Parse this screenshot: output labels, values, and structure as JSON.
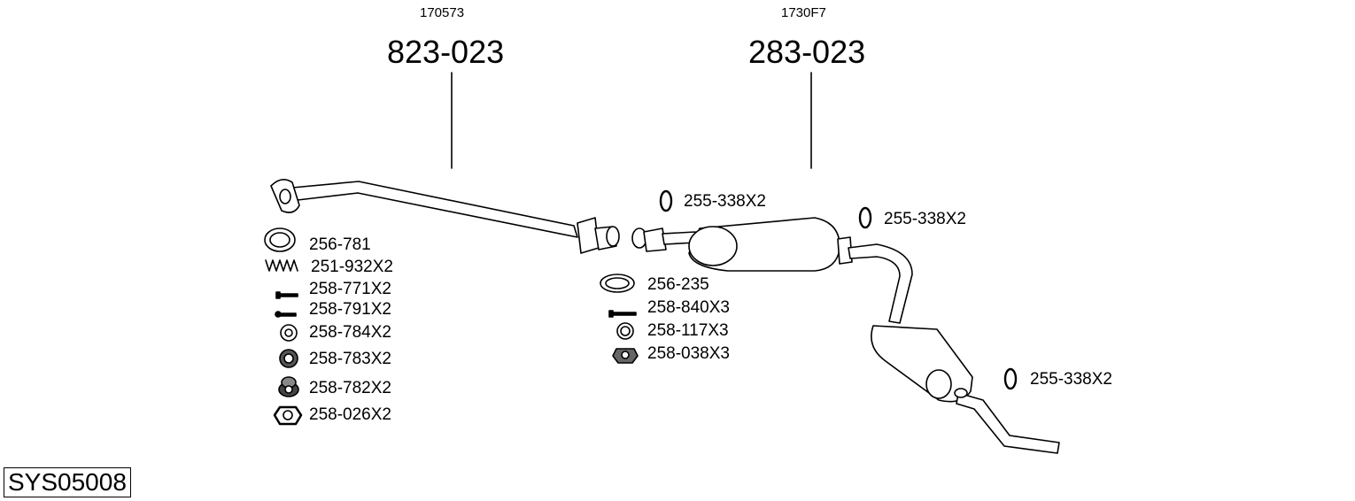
{
  "system_code": "SYS05008",
  "assemblies": [
    {
      "oem": "170573",
      "part": "823-023"
    },
    {
      "oem": "1730F7",
      "part": "283-023"
    }
  ],
  "parts": [
    {
      "id": "ring",
      "label": "256-781"
    },
    {
      "id": "spring",
      "label": "251-932X2"
    },
    {
      "id": "bolt1",
      "label": "258-771X2"
    },
    {
      "id": "bolt2",
      "label": "258-791X2"
    },
    {
      "id": "washer",
      "label": "258-784X2"
    },
    {
      "id": "nut1",
      "label": "258-783X2"
    },
    {
      "id": "nut2",
      "label": "258-782X2"
    },
    {
      "id": "hexnut",
      "label": "258-026X2"
    },
    {
      "id": "hanger1",
      "label": "255-338X2"
    },
    {
      "id": "hanger2",
      "label": "255-338X2"
    },
    {
      "id": "gasket",
      "label": "256-235"
    },
    {
      "id": "bolt3",
      "label": "258-840X3"
    },
    {
      "id": "washer2",
      "label": "258-117X3"
    },
    {
      "id": "flangenut",
      "label": "258-038X3"
    },
    {
      "id": "hanger3",
      "label": "255-338X2"
    }
  ]
}
